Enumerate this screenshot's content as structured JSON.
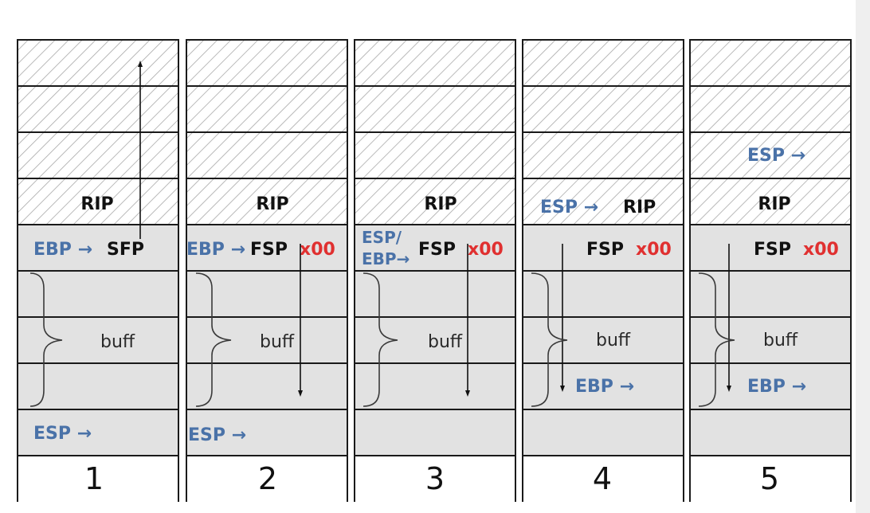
{
  "colors": {
    "register": "#4a72a8",
    "overwrite": "#e03030",
    "slot_fill": "#e2e2e2",
    "hatch_line": "#a8a8a8",
    "border": "#1a1a1a"
  },
  "labels": {
    "rip": "RIP",
    "sfp": "SFP",
    "fsp": "FSP",
    "x00": "x00",
    "buff": "buff",
    "ebp_arrow": "EBP →",
    "esp_arrow": "ESP →",
    "ebp_arrow_tight": "EBP →",
    "esp_slash": "ESP/",
    "ebp_arrow_compact": "EBP→"
  },
  "columns": [
    {
      "number": "1"
    },
    {
      "number": "2"
    },
    {
      "number": "3"
    },
    {
      "number": "4"
    },
    {
      "number": "5"
    }
  ]
}
